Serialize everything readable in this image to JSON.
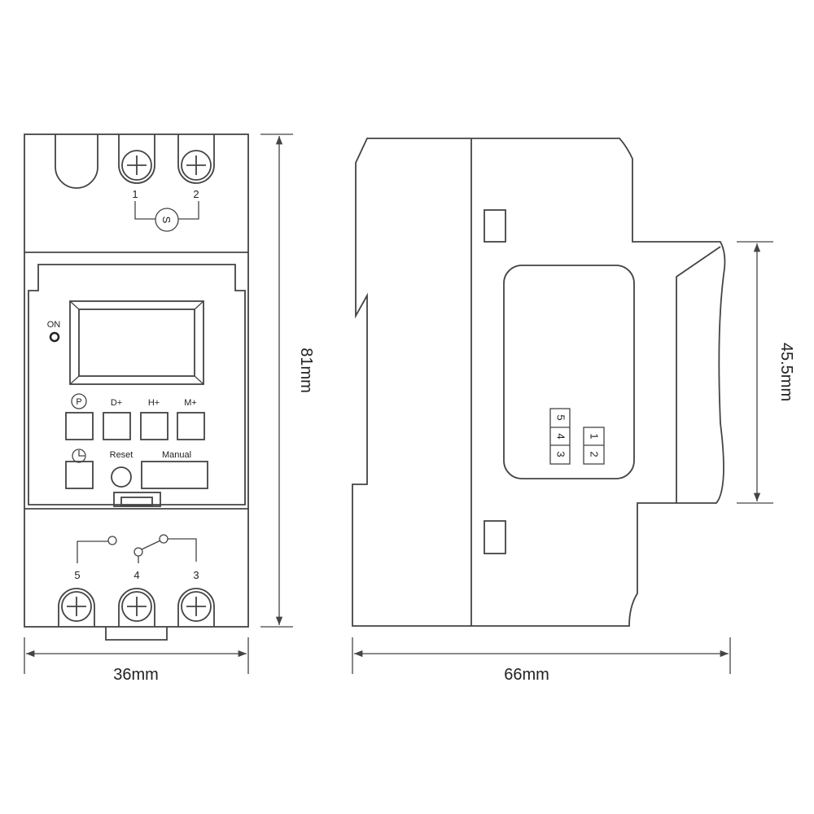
{
  "front_view": {
    "terminals_top": [
      "1",
      "2"
    ],
    "coil_symbol": "S",
    "led_label": "ON",
    "buttons_row1": [
      "P",
      "D+",
      "H+",
      "M+"
    ],
    "buttons_row2": [
      "clock-icon",
      "Reset",
      "Manual"
    ],
    "terminals_bottom": [
      "5",
      "4",
      "3"
    ]
  },
  "side_view": {
    "terminal_labels_left": [
      "5",
      "4",
      "3"
    ],
    "terminal_labels_right": [
      "1",
      "2"
    ]
  },
  "dimensions": {
    "height": "81mm",
    "width_front": "36mm",
    "depth": "66mm",
    "front_height": "45.5mm"
  },
  "colors": {
    "line": "#444444",
    "background": "#ffffff"
  }
}
